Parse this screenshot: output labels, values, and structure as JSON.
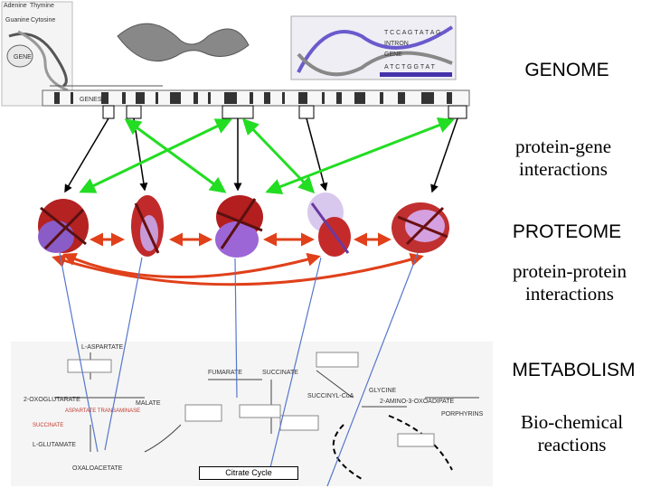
{
  "labels": {
    "genome": "GENOME",
    "protein_gene_1": "protein-gene",
    "protein_gene_2": "interactions",
    "proteome": "PROTEOME",
    "protein_protein_1": "protein-protein",
    "protein_protein_2": "interactions",
    "metabolism": "METABOLISM",
    "biochem_1": "Bio-chemical",
    "biochem_2": "reactions"
  },
  "dna_legend": {
    "adenine": "Adenine",
    "thymine": "Thymine",
    "guanine": "Guanine",
    "cytosine": "Cytosine",
    "gene": "GENE",
    "gene_strip": "GENES",
    "intron": "INTRON",
    "gene2": "GENE",
    "top_seq": "T C C A G T A T A G",
    "bottom_seq": "A T C T G G T A T"
  },
  "metabolism_panel": {
    "caption": "Citrate Cycle",
    "compounds": [
      "L-ASPARTATE",
      "2-OXOGLUTARATE",
      "ASPARTATE TRANSAMINASE",
      "SUCCINATE",
      "L-GLUTAMATE",
      "OXALOACETATE",
      "FUMARATE",
      "MALATE",
      "SUCCINATE",
      "SUCCINYL-CoA",
      "GLYCINE",
      "2-AMINO-3-OXOADIPATE",
      "PORPHYRINS"
    ]
  },
  "colors": {
    "gene_arrow": "#22dd22",
    "protein_gene_arrow_black": "#000000",
    "protein_protein_arrow": "#e0401a",
    "metabolism_link": "#5577cc"
  }
}
